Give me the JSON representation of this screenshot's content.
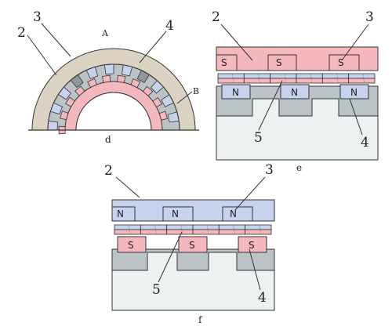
{
  "colors": {
    "pink": "#f4b8bd",
    "blue": "#c7d2ee",
    "beige": "#dcd2c1",
    "gray": "#bcc3c6",
    "darkgray": "#8f989c",
    "light": "#eef1f2",
    "outline": "#333333"
  },
  "diagram_d": {
    "caption": "d",
    "label_2": "2",
    "label_3": "3",
    "label_4": "4",
    "label_A": "A",
    "label_B": "B"
  },
  "diagram_e": {
    "caption": "e",
    "label_2": "2",
    "label_3": "3",
    "label_4": "4",
    "label_5": "5",
    "top_poles": [
      "S",
      "S",
      "S"
    ],
    "bottom_poles": [
      "N",
      "N",
      "N"
    ]
  },
  "diagram_f": {
    "caption": "f",
    "label_2": "2",
    "label_3": "3",
    "label_4": "4",
    "label_5": "5",
    "top_poles": [
      "N",
      "N",
      "N"
    ],
    "bottom_poles": [
      "S",
      "S",
      "S"
    ]
  }
}
